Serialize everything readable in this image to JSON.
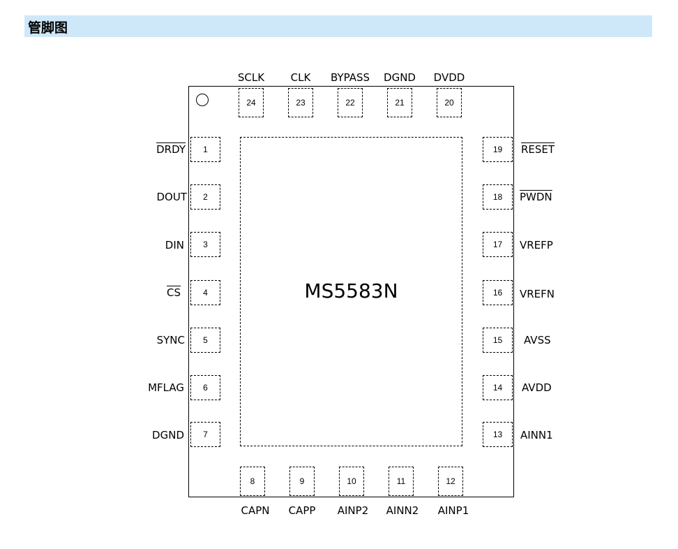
{
  "header": {
    "title": "管脚图"
  },
  "chip": {
    "part_number": "MS5583N"
  },
  "pins": {
    "p1": {
      "number": "1",
      "name": "DRDY"
    },
    "p2": {
      "number": "2",
      "name": "DOUT"
    },
    "p3": {
      "number": "3",
      "name": "DIN"
    },
    "p4": {
      "number": "4",
      "name": "CS"
    },
    "p5": {
      "number": "5",
      "name": "SYNC"
    },
    "p6": {
      "number": "6",
      "name": "MFLAG"
    },
    "p7": {
      "number": "7",
      "name": "DGND"
    },
    "p8": {
      "number": "8",
      "name": "CAPN"
    },
    "p9": {
      "number": "9",
      "name": "CAPP"
    },
    "p10": {
      "number": "10",
      "name": "AINP2"
    },
    "p11": {
      "number": "11",
      "name": "AINN2"
    },
    "p12": {
      "number": "12",
      "name": "AINP1"
    },
    "p13": {
      "number": "13",
      "name": "AINN1"
    },
    "p14": {
      "number": "14",
      "name": "AVDD"
    },
    "p15": {
      "number": "15",
      "name": "AVSS"
    },
    "p16": {
      "number": "16",
      "name": "VREFN"
    },
    "p17": {
      "number": "17",
      "name": "VREFP"
    },
    "p18": {
      "number": "18",
      "name": "PWDN"
    },
    "p19": {
      "number": "19",
      "name": "RESET"
    },
    "p20": {
      "number": "20",
      "name": "DVDD"
    },
    "p21": {
      "number": "21",
      "name": "DGND"
    },
    "p22": {
      "number": "22",
      "name": "BYPASS"
    },
    "p23": {
      "number": "23",
      "name": "CLK"
    },
    "p24": {
      "number": "24",
      "name": "SCLK"
    }
  }
}
